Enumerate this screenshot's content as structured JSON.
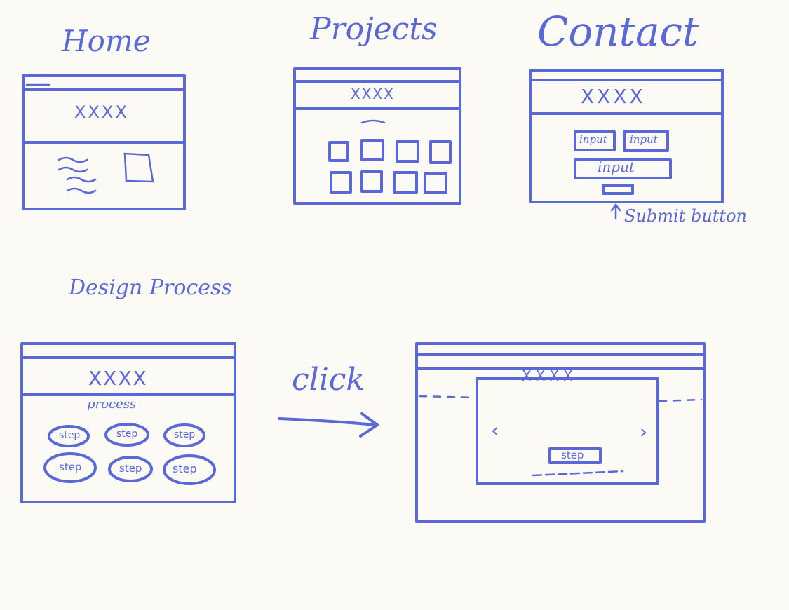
{
  "titles": {
    "home": "Home",
    "projects": "Projects",
    "contact": "Contact",
    "design_process": "Design Process",
    "click": "click"
  },
  "placeholder_header": "XXXX",
  "contact": {
    "input_small_1": "input",
    "input_small_2": "input",
    "input_wide": "input",
    "submit_note": "Submit button"
  },
  "process": {
    "label": "process",
    "steps": [
      "step",
      "step",
      "step",
      "step",
      "step",
      "step"
    ]
  },
  "modal": {
    "step_button": "step",
    "prev_icon": "chevron-left",
    "next_icon": "chevron-right"
  },
  "colors": {
    "ink": "#5a68d8",
    "paper": "#fbfaf5"
  }
}
